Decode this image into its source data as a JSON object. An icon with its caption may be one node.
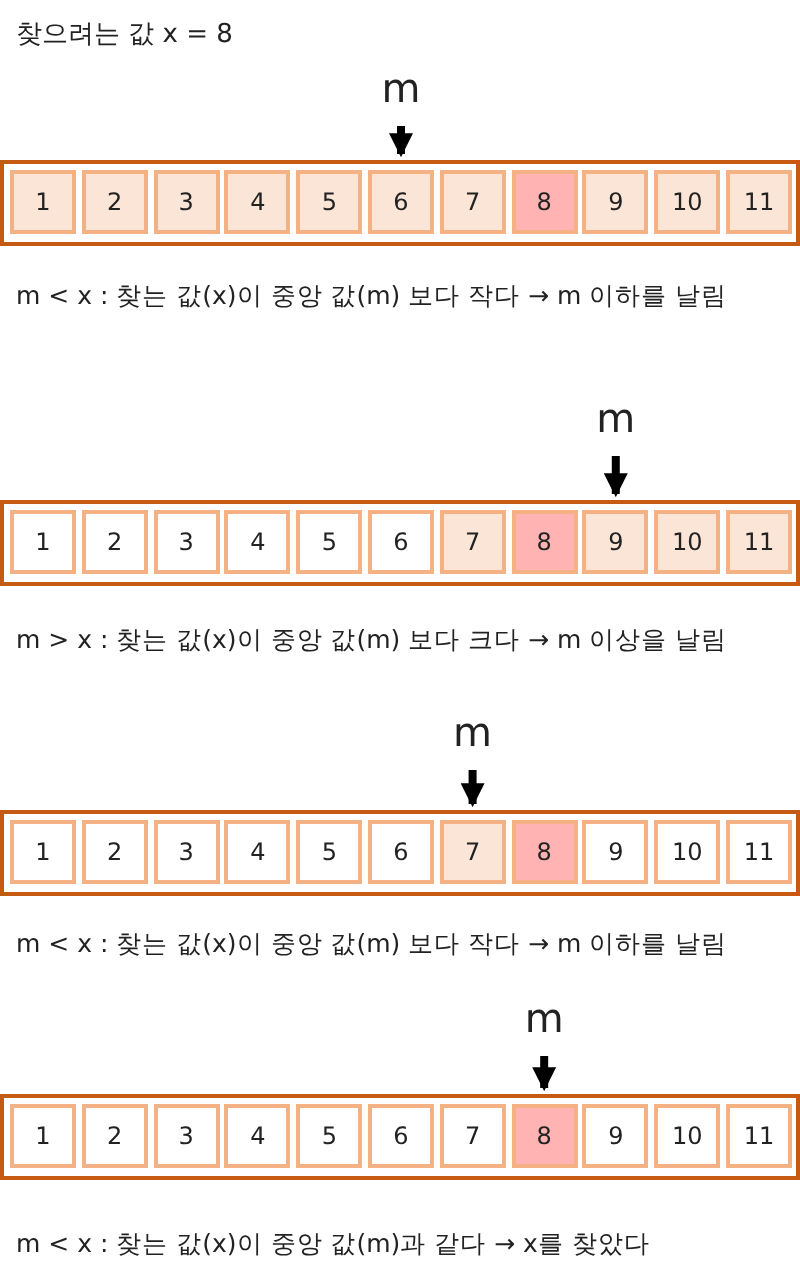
{
  "diagram": {
    "title": "찾으려는 값 x = 8",
    "nodes": [
      {
        "text": [
          "m"
        ]
      },
      {
        "text": [],
        "shape": "box"
      },
      {
        "text": [
          "1"
        ],
        "in": 1
      },
      {
        "text": [
          "2"
        ],
        "in": 1
      },
      {
        "text": [
          "3"
        ],
        "in": 1
      },
      {
        "text": [
          "4"
        ],
        "in": 1
      },
      {
        "text": [
          "5"
        ],
        "in": 1
      },
      {
        "text": [
          "6"
        ],
        "in": 1
      },
      {
        "text": [
          "7"
        ],
        "in": 1
      },
      {
        "text": [
          "8"
        ],
        "in": 1
      },
      {
        "text": [
          "9"
        ],
        "in": 1
      },
      {
        "text": [
          "10"
        ],
        "in": 1
      },
      {
        "text": [
          "11"
        ],
        "in": 1
      },
      {
        "text": [
          "m"
        ]
      },
      {
        "text": [],
        "shape": "box"
      },
      {
        "text": [
          "1"
        ],
        "in": 14
      },
      {
        "text": [
          "2"
        ],
        "in": 14
      },
      {
        "text": [
          "3"
        ],
        "in": 14
      },
      {
        "text": [
          "4"
        ],
        "in": 14
      },
      {
        "text": [
          "5"
        ],
        "in": 14
      },
      {
        "text": [
          "6"
        ],
        "in": 14
      },
      {
        "text": [
          "7"
        ],
        "in": 14
      },
      {
        "text": [
          "8"
        ],
        "in": 14
      },
      {
        "text": [
          "9"
        ],
        "in": 14
      },
      {
        "text": [
          "10"
        ],
        "in": 14
      },
      {
        "text": [
          "11"
        ],
        "in": 14
      },
      {
        "text": [
          "m"
        ]
      },
      {
        "text": [],
        "shape": "box"
      },
      {
        "text": [
          "1"
        ],
        "in": 27
      },
      {
        "text": [
          "2"
        ],
        "in": 27
      },
      {
        "text": [
          "3"
        ],
        "in": 27
      },
      {
        "text": [
          "4"
        ],
        "in": 27
      },
      {
        "text": [
          "5"
        ],
        "in": 27
      },
      {
        "text": [
          "6"
        ],
        "in": 27
      },
      {
        "text": [
          "7"
        ],
        "in": 27
      },
      {
        "text": [
          "8"
        ],
        "in": 27
      },
      {
        "text": [
          "9"
        ],
        "in": 27
      },
      {
        "text": [
          "10"
        ],
        "in": 27
      },
      {
        "text": [
          "11"
        ],
        "in": 27
      },
      {
        "text": [
          "m"
        ]
      },
      {
        "text": [],
        "shape": "box"
      },
      {
        "text": [
          "1"
        ],
        "in": 40
      },
      {
        "text": [
          "2"
        ],
        "in": 40
      },
      {
        "text": [
          "3"
        ],
        "in": 40
      },
      {
        "text": [
          "4"
        ],
        "in": 40
      },
      {
        "text": [
          "5"
        ],
        "in": 40
      },
      {
        "text": [
          "6"
        ],
        "in": 40
      },
      {
        "text": [
          "7"
        ],
        "in": 40
      },
      {
        "text": [
          "8"
        ],
        "in": 40
      },
      {
        "text": [
          "9"
        ],
        "in": 40
      },
      {
        "text": [
          "10"
        ],
        "in": 40
      },
      {
        "text": [
          "11"
        ],
        "in": 40
      }
    ],
    "edges": [
      {
        "from": 0,
        "to": 7,
        "arrow": "to"
      },
      {
        "from": 13,
        "to": 23,
        "arrow": "to"
      },
      {
        "from": 26,
        "to": 34,
        "arrow": "to"
      },
      {
        "from": 39,
        "to": 48,
        "arrow": "to"
      }
    ],
    "labels": [
      "m < x : 찾는 값(x)이 중앙 값(m) 보다 작다 → m 이하를 날림",
      "m > x : 찾는 값(x)이 중앙 값(m) 보다 크다 → m 이상을 날림",
      "m < x : 찾는 값(x)이 중앙 값(m) 보다 작다 → m 이하를 날림",
      "m < x : 찾는 값(x)이 중앙 값(m)과 같다 → x를 찾았다"
    ]
  }
}
